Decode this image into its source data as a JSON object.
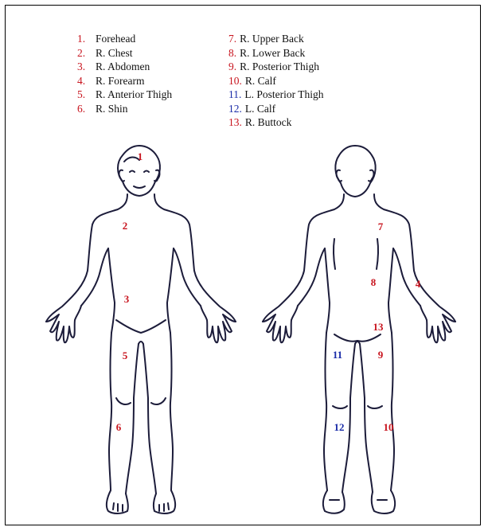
{
  "colors": {
    "red": "#c8141e",
    "blue": "#1a2ca8",
    "outline": "#1c1c3a"
  },
  "legend": {
    "left": [
      {
        "num": "1.",
        "text": "Forehead",
        "color": "#c8141e"
      },
      {
        "num": "2.",
        "text": "R. Chest",
        "color": "#c8141e"
      },
      {
        "num": "3.",
        "text": "R. Abdomen",
        "color": "#c8141e"
      },
      {
        "num": "4.",
        "text": "R. Forearm",
        "color": "#c8141e"
      },
      {
        "num": "5.",
        "text": "R. Anterior Thigh",
        "color": "#c8141e"
      },
      {
        "num": "6.",
        "text": "R. Shin",
        "color": "#c8141e"
      }
    ],
    "right": [
      {
        "num": "7.",
        "text": "R. Upper Back",
        "color": "#c8141e"
      },
      {
        "num": "8.",
        "text": "R. Lower Back",
        "color": "#c8141e"
      },
      {
        "num": "9.",
        "text": "R. Posterior Thigh",
        "color": "#c8141e"
      },
      {
        "num": "10.",
        "text": "R. Calf",
        "color": "#c8141e"
      },
      {
        "num": "11.",
        "text": "L. Posterior Thigh",
        "color": "#1a2ca8"
      },
      {
        "num": "12.",
        "text": "L. Calf",
        "color": "#1a2ca8"
      },
      {
        "num": "13.",
        "text": "R. Buttock",
        "color": "#c8141e"
      }
    ]
  },
  "markers": {
    "m1": "1",
    "m2": "2",
    "m3": "3",
    "m4": "4",
    "m5": "5",
    "m6": "6",
    "m7": "7",
    "m8": "8",
    "m9": "9",
    "m10": "10",
    "m11": "11",
    "m12": "12",
    "m13": "13"
  }
}
